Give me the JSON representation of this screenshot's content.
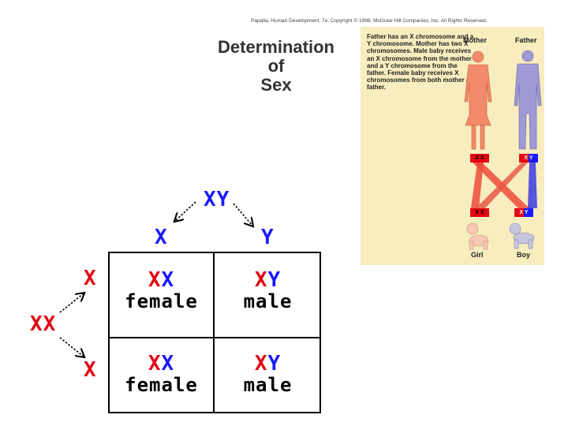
{
  "copyright": "Papalia, Human Development, 7e. Copyright © 1998. McGraw-Hill Companies, Inc. All Rights Reserved.",
  "title": [
    "Determination",
    "of",
    "Sex"
  ],
  "figure": {
    "description": "Father has an X chromosome and a Y chromosome. Mother has two X chromosomes. Male baby receives an X chromosome from the mother and a Y chromosome from the father. Female baby receives X chromosomes from both mother and father.",
    "mother_label": "Mother",
    "father_label": "Father",
    "mother_chromosomes": "X  X",
    "father_chromosomes": "X  Y",
    "girl_chromosomes": "X  X",
    "boy_chromosomes": "X  Y",
    "girl_label": "Girl",
    "boy_label": "Boy",
    "colors": {
      "background": "#f8edbf",
      "mother": "#f28b6a",
      "father": "#9f99d6",
      "red": "#e30613",
      "blue": "#1a1aff"
    }
  },
  "punnett": {
    "father_genotype": {
      "x": "X",
      "y": "Y"
    },
    "father_gametes": {
      "x": "X",
      "y": "Y"
    },
    "mother_genotype": "XX",
    "mother_gametes": [
      "X",
      "X"
    ],
    "cells": [
      {
        "genotype_first": "X",
        "genotype_second": "X",
        "sex": "female"
      },
      {
        "genotype_first": "X",
        "genotype_second": "Y",
        "sex": "male"
      },
      {
        "genotype_first": "X",
        "genotype_second": "X",
        "sex": "female"
      },
      {
        "genotype_first": "X",
        "genotype_second": "Y",
        "sex": "male"
      }
    ]
  }
}
